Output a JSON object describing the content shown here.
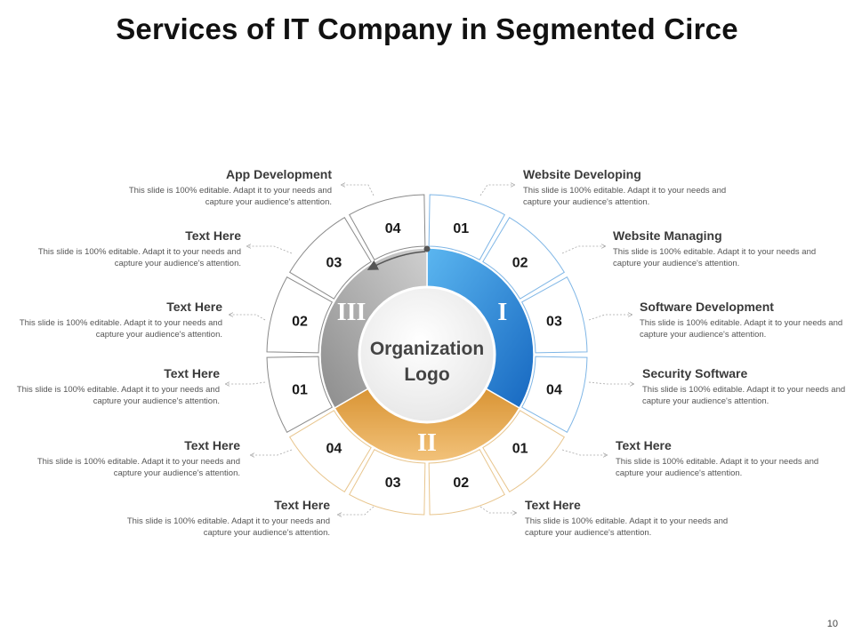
{
  "title": "Services of IT Company in Segmented Circe",
  "page_number": "10",
  "center": {
    "line1": "Organization",
    "line2": "Logo"
  },
  "sections": [
    {
      "numeral": "I",
      "color": "#1f7fd6"
    },
    {
      "numeral": "II",
      "color": "#e0a24a"
    },
    {
      "numeral": "III",
      "color": "#9a9a9a"
    }
  ],
  "segments": [
    "01",
    "02",
    "03",
    "04",
    "01",
    "02",
    "03",
    "04",
    "01",
    "02",
    "03",
    "04"
  ],
  "labels": [
    {
      "heading": "Website Developing",
      "desc": "This slide is 100% editable. Adapt it to your needs and capture your audience's attention."
    },
    {
      "heading": "Website Managing",
      "desc": "This slide is 100% editable. Adapt it to your needs and capture your audience's attention."
    },
    {
      "heading": "Software Development",
      "desc": "This slide is 100% editable. Adapt it to your needs and capture your audience's attention."
    },
    {
      "heading": "Security Software",
      "desc": "This slide is 100% editable. Adapt it to your needs and capture your audience's attention."
    },
    {
      "heading": "Text Here",
      "desc": "This slide is 100% editable. Adapt it to your needs and capture your audience's attention."
    },
    {
      "heading": "Text Here",
      "desc": "This slide is 100% editable. Adapt it to your needs and capture your audience's attention."
    },
    {
      "heading": "Text Here",
      "desc": "This slide is 100% editable. Adapt it to your needs and capture your audience's attention."
    },
    {
      "heading": "Text Here",
      "desc": "This slide is 100% editable. Adapt it to your needs and capture your audience's attention."
    },
    {
      "heading": "Text Here",
      "desc": "This slide is 100% editable. Adapt it to your needs and capture your audience's attention."
    },
    {
      "heading": "Text Here",
      "desc": "This slide is 100% editable. Adapt it to your needs and capture your audience's attention."
    },
    {
      "heading": "Text Here",
      "desc": "This slide is 100% editable. Adapt it to your needs and capture your audience's attention."
    },
    {
      "heading": "App Development",
      "desc": "This slide is 100% editable. Adapt it to your needs and capture your audience's attention."
    }
  ]
}
